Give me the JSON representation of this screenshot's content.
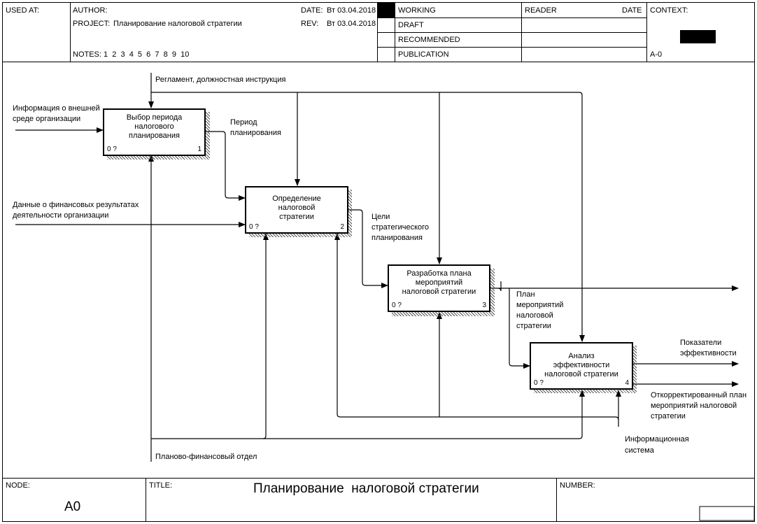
{
  "header": {
    "used_at_label": "USED AT:",
    "author_label": "AUTHOR:",
    "project_label": "PROJECT:",
    "project_value": "Планирование налоговой стратегии",
    "notes_label": "NOTES:",
    "notes_values": "1  2  3  4  5  6  7  8  9  10",
    "date_label": "DATE:",
    "date_value": "Вт 03.04.2018",
    "rev_label": "REV:",
    "rev_value": "Вт 03.04.2018",
    "status": [
      "WORKING",
      "DRAFT",
      "RECOMMENDED",
      "PUBLICATION"
    ],
    "reader_label": "READER",
    "reader_date_label": "DATE",
    "context_label": "CONTEXT:",
    "context_node": "A-0"
  },
  "boxes": [
    {
      "title": "Выбор периода налогового планирования",
      "cost": "0 ?",
      "number": "1"
    },
    {
      "title": "Определение налоговой стратегии",
      "cost": "0 ?",
      "number": "2"
    },
    {
      "title": "Разработка плана мероприятий налоговой стратегии",
      "cost": "0 ?",
      "number": "3"
    },
    {
      "title": "Анализ эффективности налоговой стратегии",
      "cost": "0 ?",
      "number": "4"
    }
  ],
  "arrow_labels": {
    "control_reglament": "Регламент, должностная инструкция",
    "input_ext_info_1": "Информация о внешней",
    "input_ext_info_2": "среде организации",
    "input_fin_1": "Данные о финансовых результатах",
    "input_fin_2": "деятельности организации",
    "period_1": "Период",
    "period_2": "планирования",
    "goals_1": "Цели",
    "goals_2": "стратегического",
    "goals_3": "планирования",
    "plan_1": "План",
    "plan_2": "мероприятий",
    "plan_3": "налоговой",
    "plan_4": "стратегии",
    "indicators_1": "Показатели",
    "indicators_2": "эффективности",
    "corrected_1": "Откорректированный план",
    "corrected_2": "мероприятий налоговой",
    "corrected_3": "стратегии",
    "infosys_1": "Информационная",
    "infosys_2": "система",
    "fin_dept": "Планово-финансовый отдел"
  },
  "footer": {
    "node_label": "NODE:",
    "node_value": "A0",
    "title_label": "TITLE:",
    "title_value": "Планирование  налоговой стратегии",
    "number_label": "NUMBER:"
  }
}
